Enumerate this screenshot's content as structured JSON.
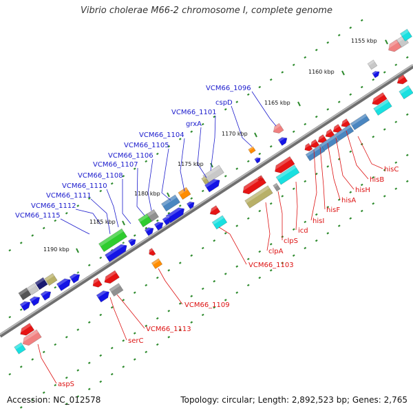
{
  "title": "Vibrio cholerae M66-2 chromosome I, complete genome",
  "footer": {
    "accession_label": "Accession:",
    "accession": "NC_012578",
    "topology_label": "Topology:",
    "topology": "circular",
    "length_label": "Length:",
    "length": "2,892,523 bp",
    "genes_label": "Genes:",
    "genes": "2,765"
  },
  "colors": {
    "backbone": "#808080",
    "tick": "#3a8a3a",
    "label_plus": "#1a1acc",
    "label_minus": "#dd1111"
  },
  "kbp_ticks": [
    "1155 kbp",
    "1160 kbp",
    "1165 kbp",
    "1170 kbp",
    "1175 kbp",
    "1180 kbp",
    "1185 kbp",
    "1190 kbp"
  ],
  "gene_labels_plus": [
    "VCM66_1096",
    "cspD",
    "VCM66_1101",
    "grxA",
    "VCM66_1104",
    "VCM66_1105",
    "VCM66_1106",
    "VCM66_1107",
    "VCM66_1108",
    "VCM66_1110",
    "VCM66_1111",
    "VCM66_1112",
    "VCM66_1115"
  ],
  "gene_labels_minus": [
    "hisC",
    "hisB",
    "hisH",
    "hisA",
    "hisF",
    "hisI",
    "icd",
    "clpS",
    "clpA",
    "VCM66_1103",
    "VCM66_1109",
    "VCM66_1113",
    "serC",
    "aspS"
  ]
}
